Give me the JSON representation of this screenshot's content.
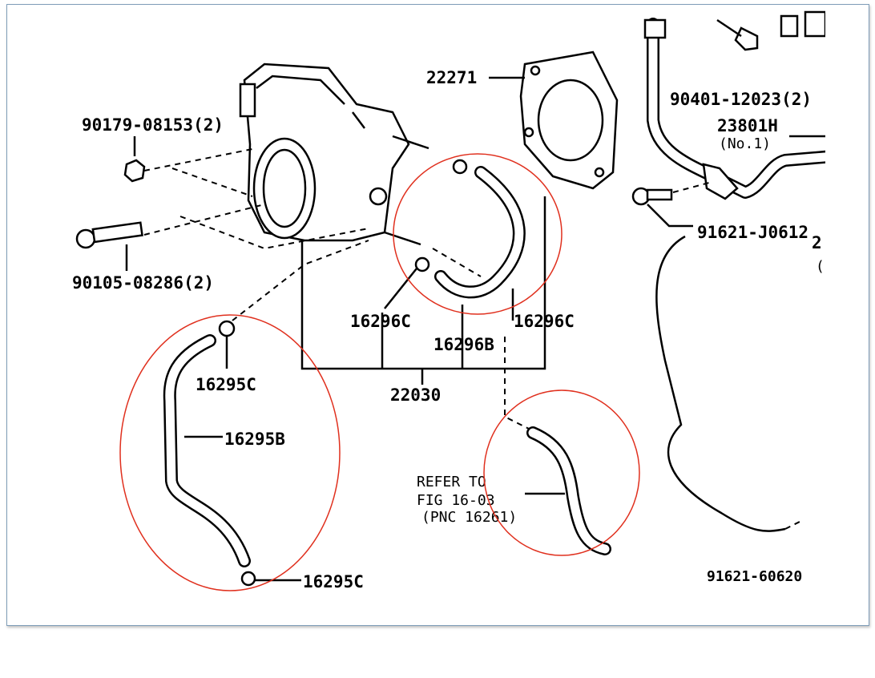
{
  "diagram": {
    "labels": {
      "gasket": "22271",
      "nut": "90179-08153(2)",
      "bolt": "90105-08286(2)",
      "clip_left": "16296C",
      "clip_right": "16296C",
      "hose_b": "16296B",
      "clip_upper": "16295C",
      "throttle_body": "22030",
      "hose_long": "16295B",
      "clip_lower": "16295C",
      "refer_line1": "REFER TO",
      "refer_line2": "FIG 16-03",
      "refer_line3": "(PNC 16261)",
      "bolt_lower_right": "91621-60620",
      "union_bolt": "90401-12023(2)",
      "fuel_pipe": "23801H",
      "fuel_pipe_note": "(No.1)",
      "bolt_right": "91621-J0612",
      "cut_off_2": "2",
      "cut_off_paren": "("
    },
    "highlight_color": "#e0301e"
  }
}
